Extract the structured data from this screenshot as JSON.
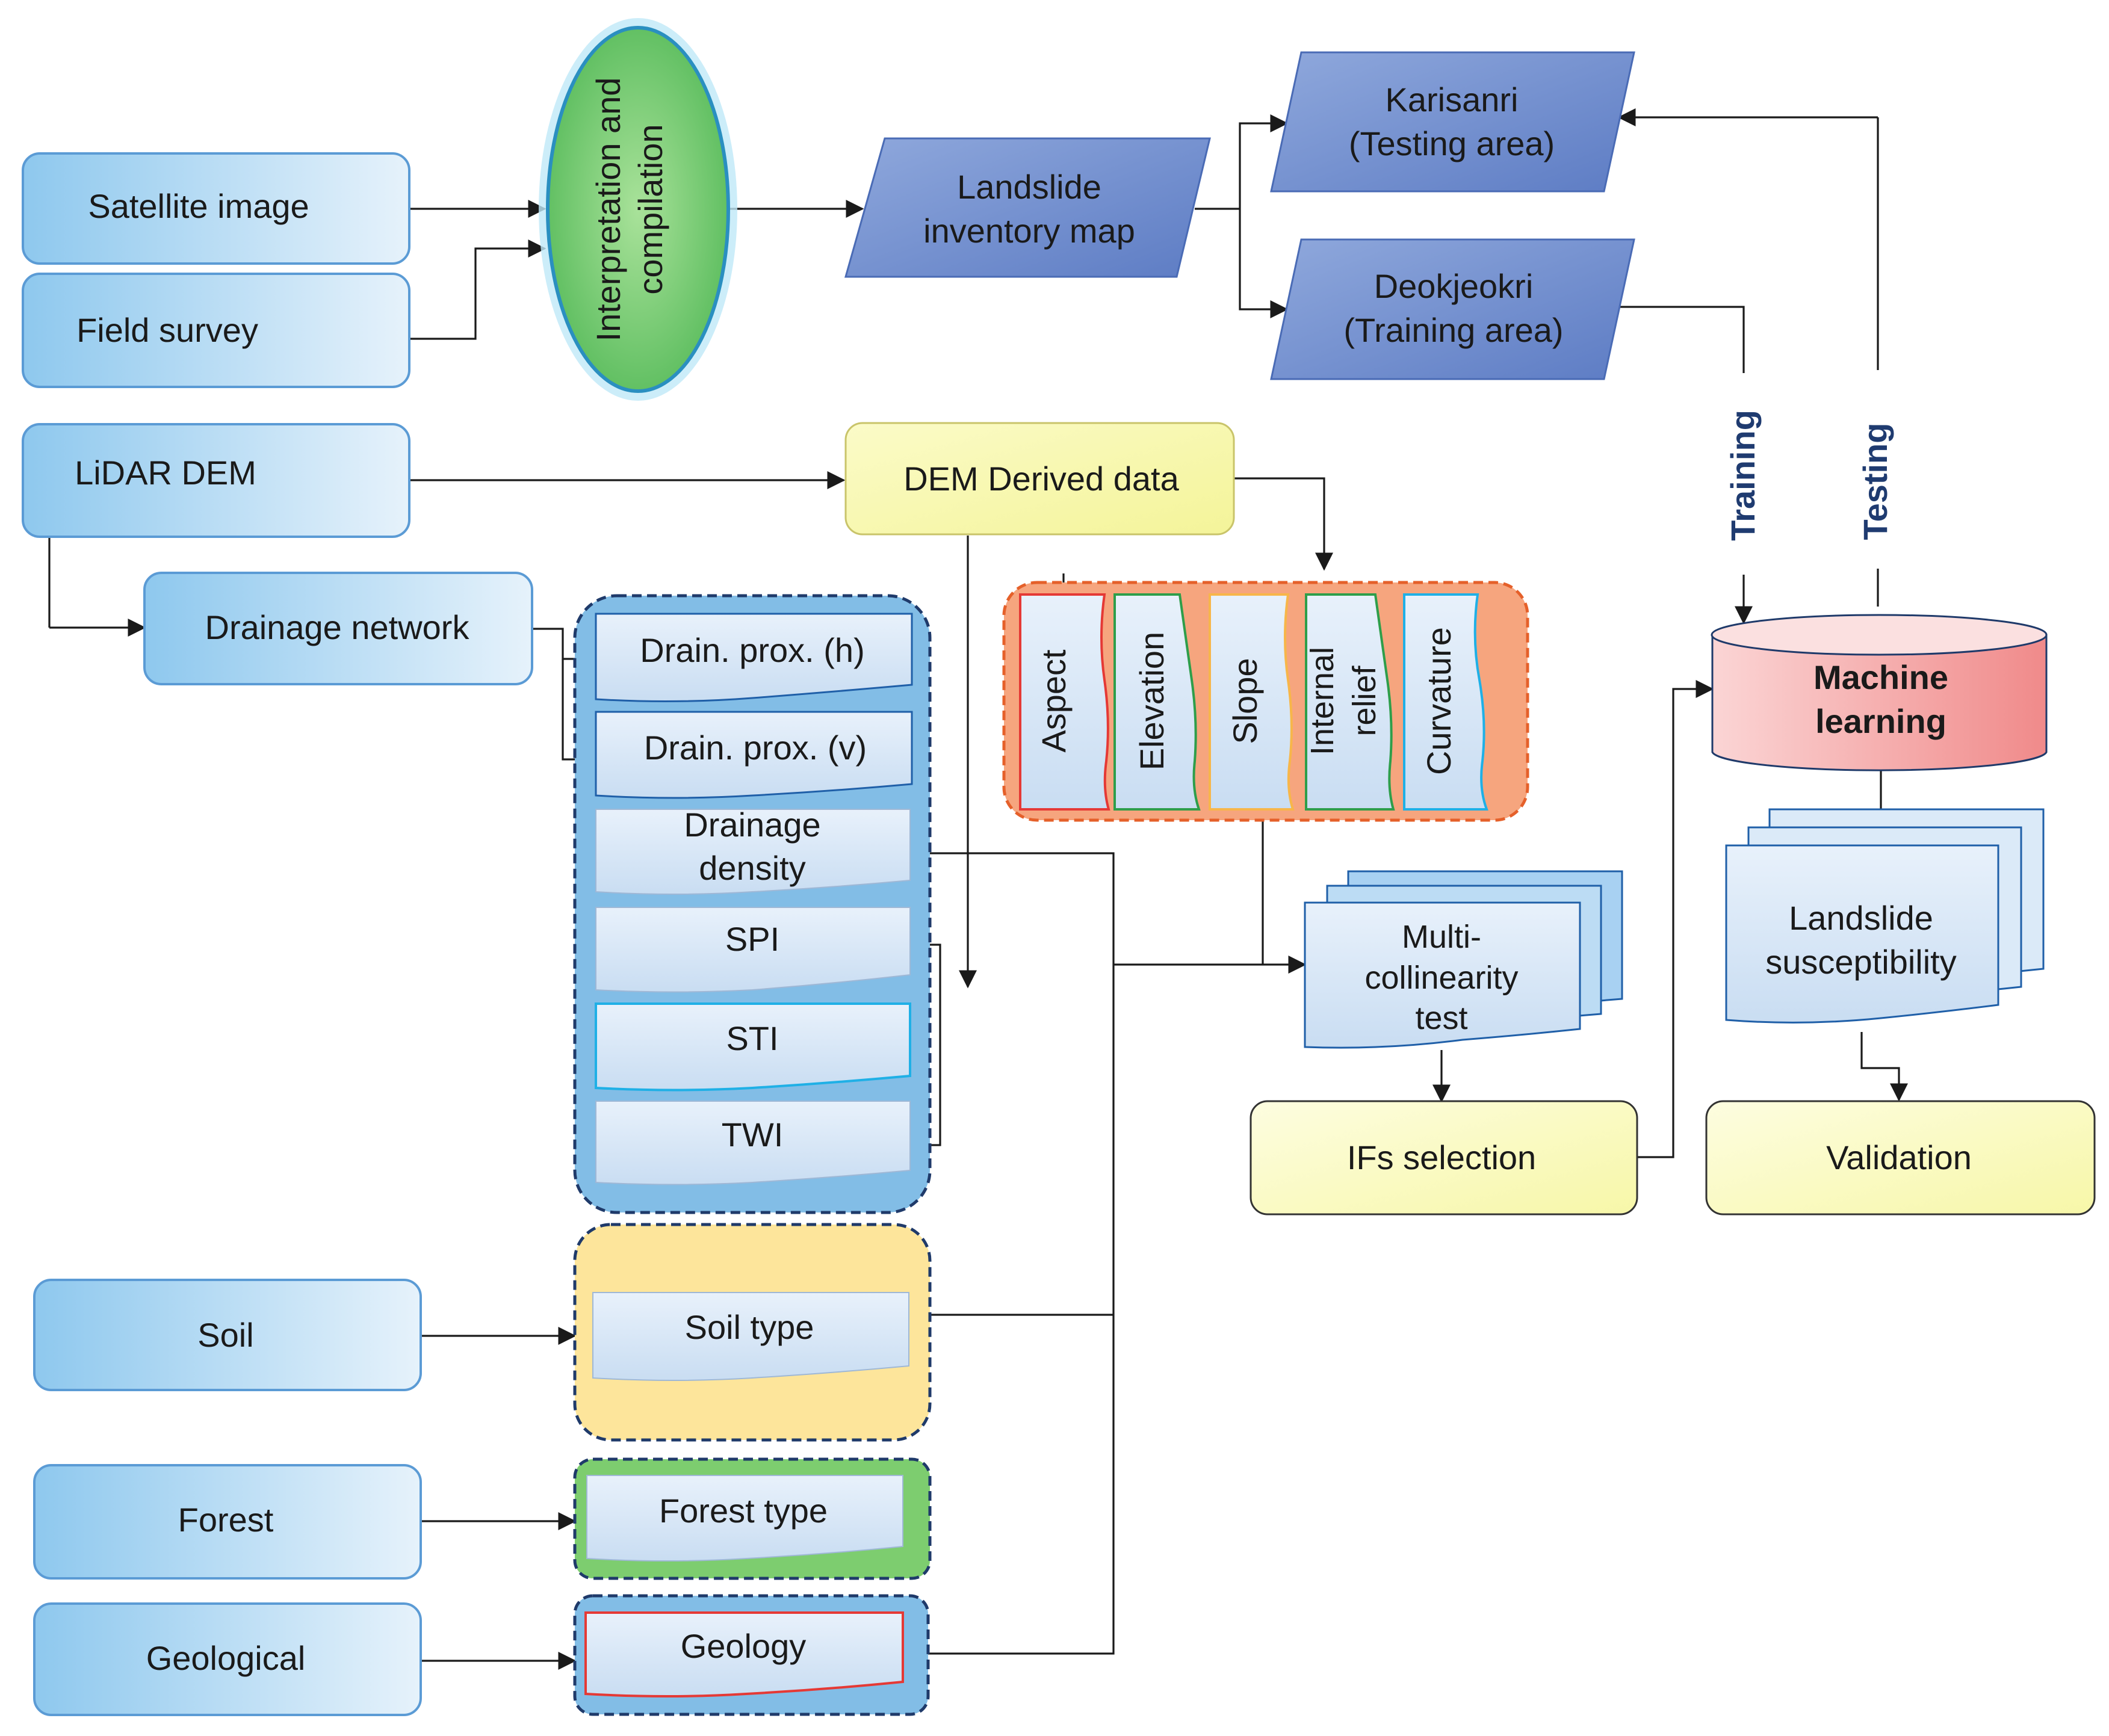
{
  "inputs": {
    "satellite_image": "Satellite image",
    "field_survey": "Field survey",
    "lidar_dem": "LiDAR DEM",
    "drainage_network": "Drainage network",
    "soil": "Soil",
    "forest": "Forest",
    "geological": "Geological"
  },
  "interpretation": [
    "Interpretation and",
    "compilation"
  ],
  "inventory_map": [
    "Landslide",
    "inventory map"
  ],
  "areas": {
    "testing": [
      "Karisanri",
      "(Testing area)"
    ],
    "training": [
      "Deokjeokri",
      "(Training area)"
    ]
  },
  "dem_derived": "DEM Derived data",
  "drainage_factors": {
    "h": "Drain. prox. (h)",
    "v": "Drain. prox. (v)",
    "density": [
      "Drainage",
      "density"
    ],
    "spi": "SPI",
    "sti": "STI",
    "twi": "TWI"
  },
  "terrain_factors": {
    "aspect": "Aspect",
    "elevation": "Elevation",
    "slope": "Slope",
    "internal_relief": [
      "Internal",
      "relief"
    ],
    "curvature": "Curvature"
  },
  "soil_type": "Soil type",
  "forest_type": "Forest type",
  "geology": "Geology",
  "multicollinearity": [
    "Multi-",
    "collinearity",
    "test"
  ],
  "ifs_selection": "IFs selection",
  "flow_labels": {
    "training": "Training",
    "testing": "Testing"
  },
  "machine_learning": [
    "Machine",
    "learning"
  ],
  "susceptibility": [
    "Landslide",
    "susceptibility"
  ],
  "validation": "Validation"
}
